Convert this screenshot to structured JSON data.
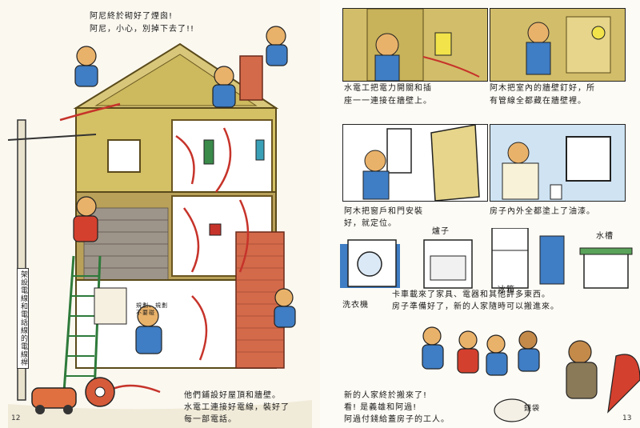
{
  "left": {
    "top_text": [
      "阿尼終於砌好了煙囪!",
      "阿尼，小心，別掉下去了!!"
    ],
    "bottom_text": [
      "他們鋪設好屋頂和牆壁。",
      "水電工連接好電線，裝好了",
      "每一部電話。"
    ],
    "pole_sign": "架設電線和電話線的電線桿",
    "note_sign": [
      "規劃、規劃",
      "不要碰"
    ],
    "page_number": "12"
  },
  "right": {
    "panel1_text": [
      "水電工把電力開關和插",
      "座一一連接在牆壁上。"
    ],
    "panel2_text": [
      "阿木把室內的牆壁釘好，所",
      "有管線全都藏在牆壁裡。"
    ],
    "panel3_text": [
      "阿木把窗戶和門安裝",
      "好，就定位。"
    ],
    "panel4_text": [
      "房子內外全都塗上了油漆。"
    ],
    "appliance_labels": {
      "stove": "爐子",
      "sink": "水槽",
      "fridge": "冰箱",
      "washer": "洗衣機"
    },
    "truck_text": [
      "卡車載來了家具、電器和其他許多東西。",
      "房子準備好了，新的人家隨時可以搬進來。"
    ],
    "bottom_text": [
      "新的人家終於搬來了!",
      "看! 是義雄和阿過!",
      "阿過付錢給蓋房子的工人。"
    ],
    "money_bag": "錢袋",
    "page_number": "13"
  }
}
